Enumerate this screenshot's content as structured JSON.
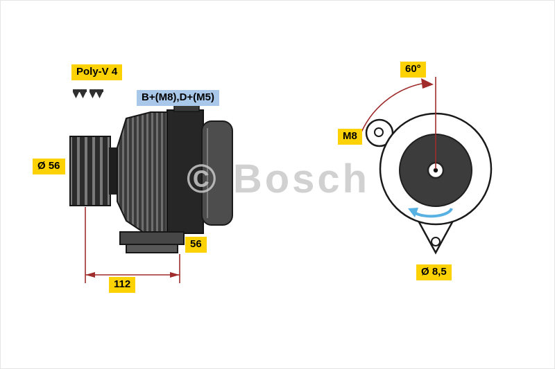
{
  "watermark": "© Bosch",
  "labels": {
    "poly_v": "Poly-V 4",
    "terminals": "B+(M8),D+(M5)",
    "pulley_diameter": "Ø 56",
    "depth": "56",
    "length": "112",
    "angle": "60°",
    "thread": "M8",
    "hole_diameter": "Ø 8,5"
  },
  "colors": {
    "label_yellow": "#fdd204",
    "label_blue": "#a9c7e8",
    "dimension_red": "#a02c2c",
    "rotation_blue": "#57b1e3",
    "watermark_gray": "#c9c9c9",
    "body_dark": "#3a3a3a"
  }
}
